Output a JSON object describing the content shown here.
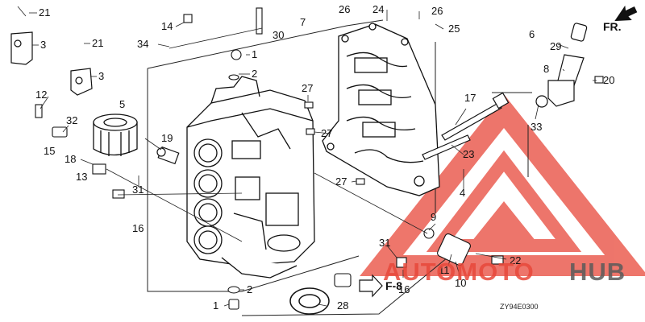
{
  "direction_label": "FR.",
  "reference_label": "F-8",
  "diagram_code": "ZY94E0300",
  "watermark": {
    "text_primary": "AUTOMOTO",
    "text_secondary": "HUB",
    "color_primary": "#e8483a",
    "color_secondary": "#5a5a5a"
  },
  "callouts": {
    "c21a": "21",
    "c3a": "3",
    "c21b": "21",
    "c3b": "3",
    "c14": "14",
    "c34": "34",
    "c7": "7",
    "c30": "30",
    "c1a": "1",
    "c2a": "2",
    "c12": "12",
    "c5": "5",
    "c32": "32",
    "c15": "15",
    "c19": "19",
    "c18": "18",
    "c13": "13",
    "c31a": "31",
    "c16a": "16",
    "c26a": "26",
    "c24": "24",
    "c26b": "26",
    "c25": "25",
    "c27a": "27",
    "c27b": "27",
    "c27c": "27",
    "c17": "17",
    "c23": "23",
    "c4": "4",
    "c9": "9",
    "c11": "11",
    "c10": "10",
    "c22": "22",
    "c31b": "31",
    "c16b": "16",
    "c2b": "2",
    "c1b": "1",
    "c28": "28",
    "c6": "6",
    "c29": "29",
    "c8": "8",
    "c20": "20",
    "c33": "33"
  }
}
